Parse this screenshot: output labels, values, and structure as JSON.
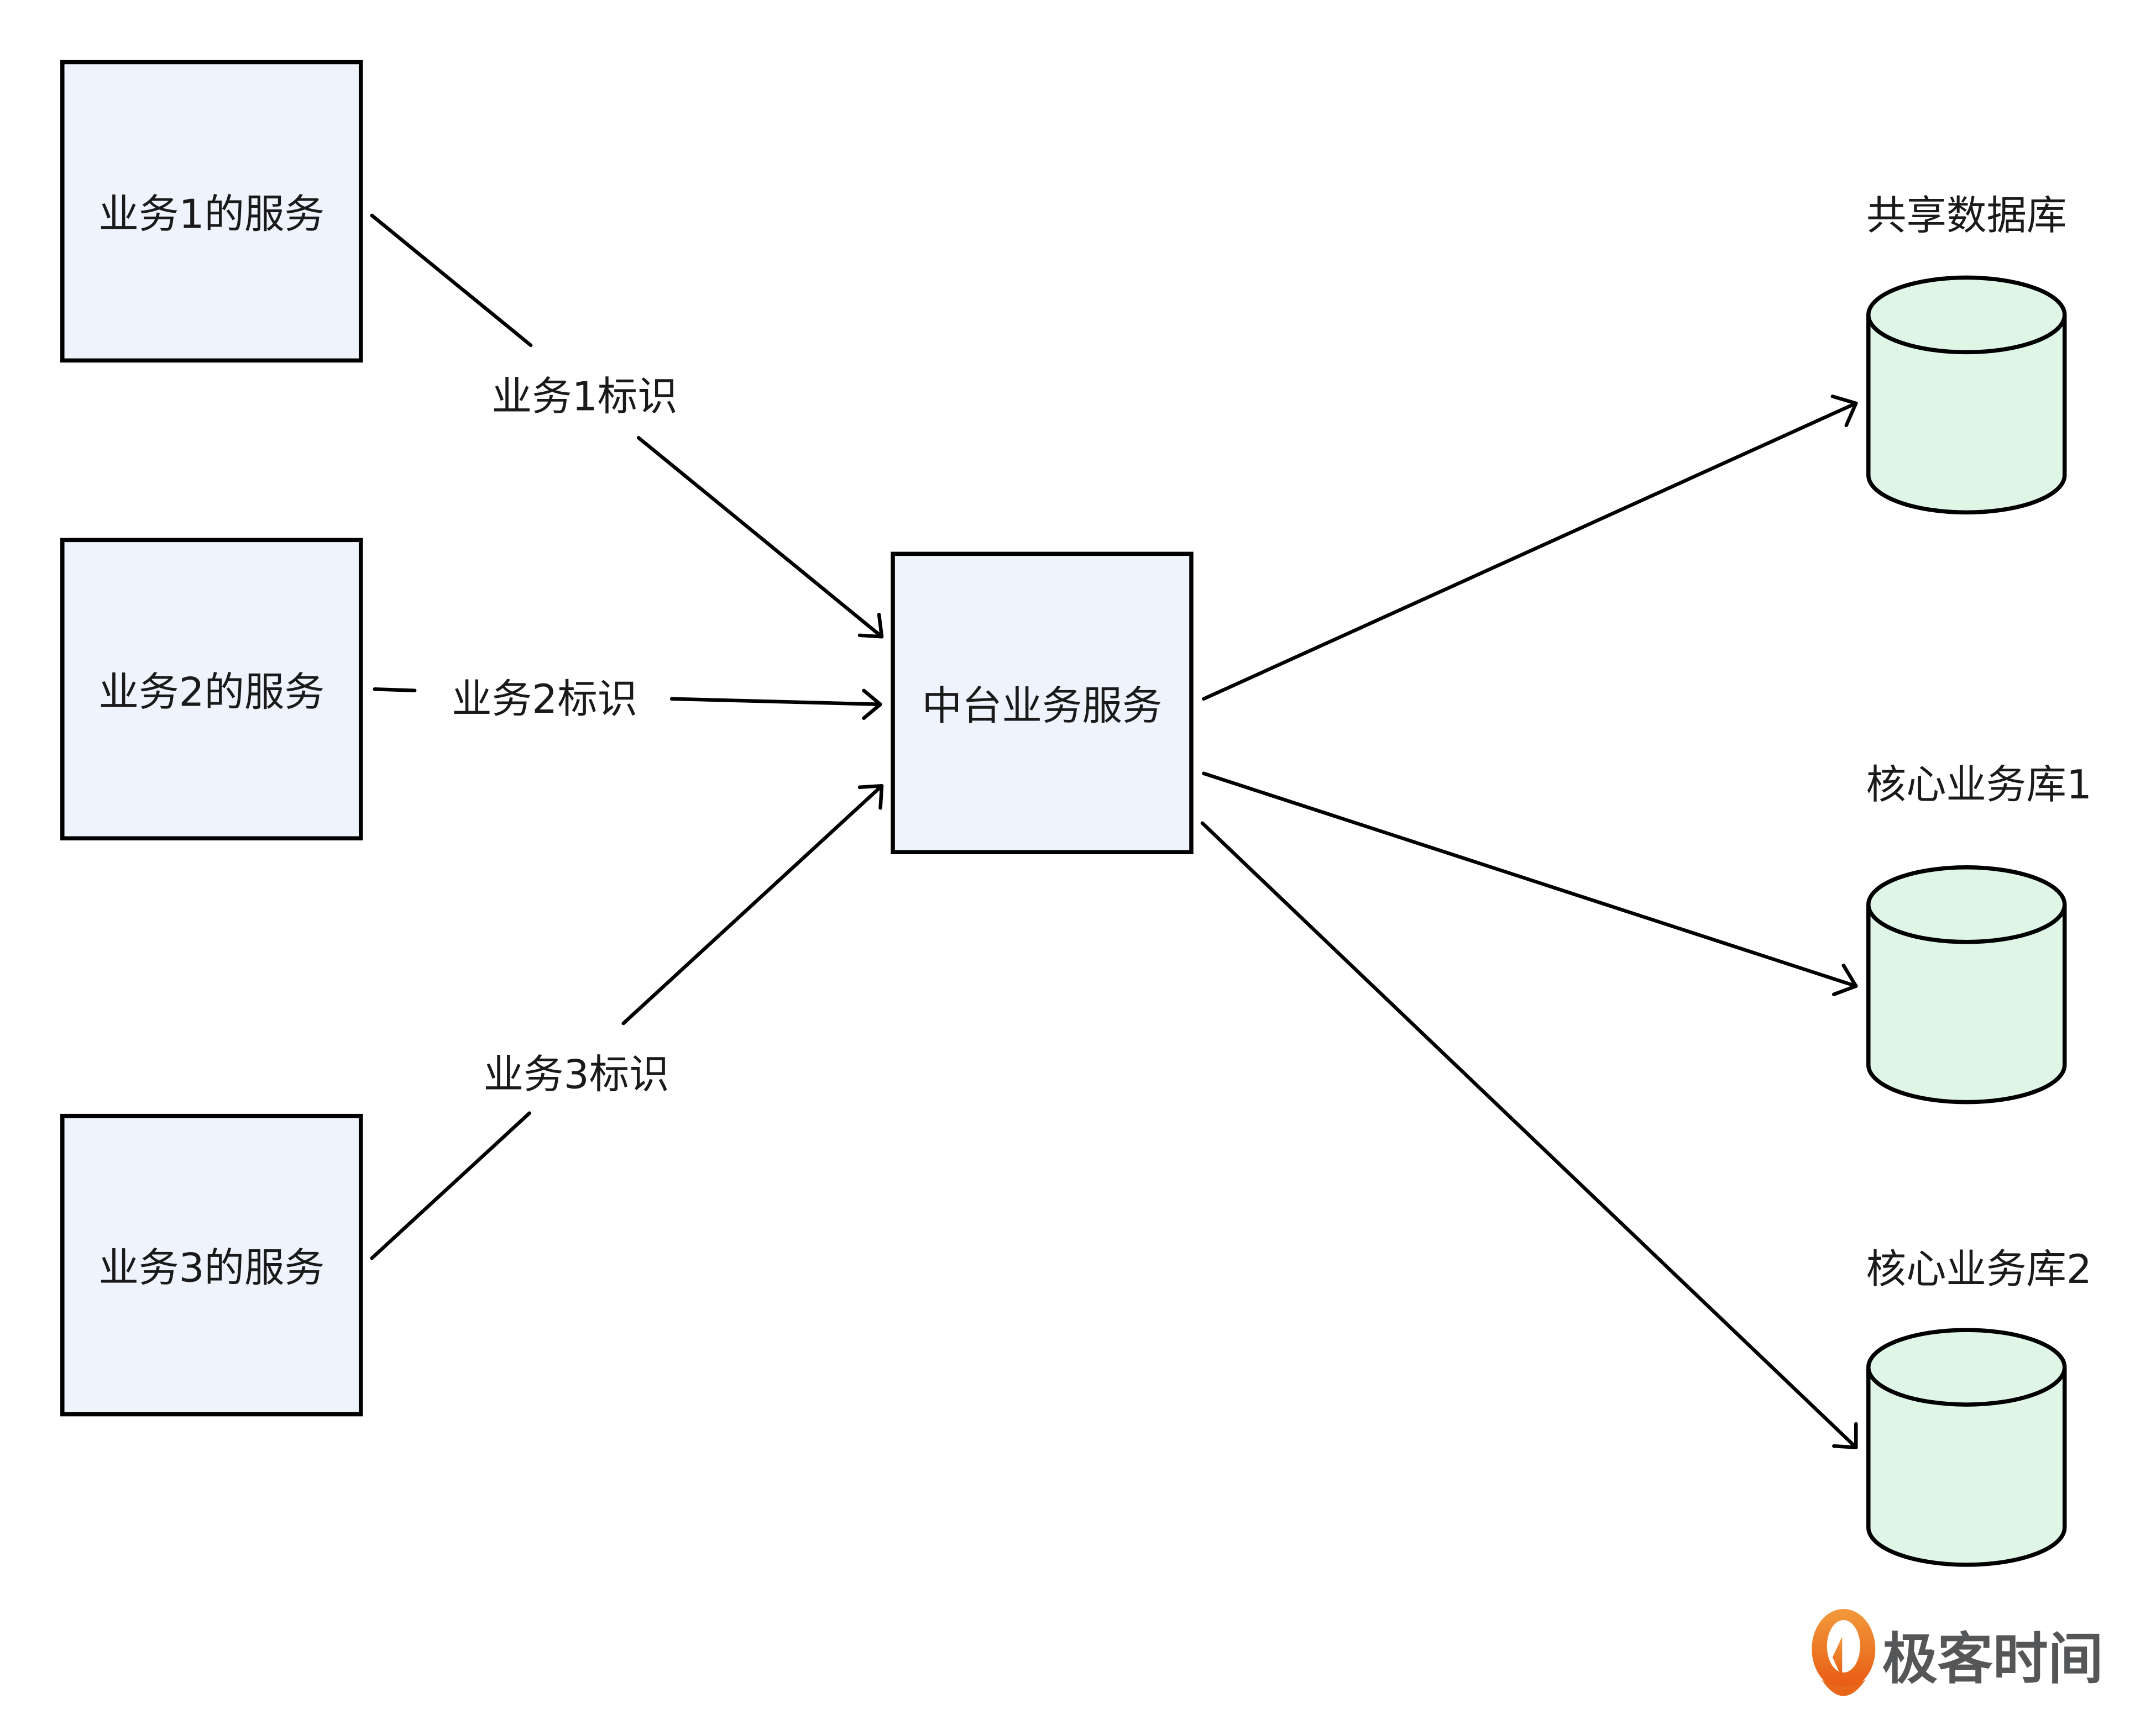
{
  "diagram": {
    "services": [
      {
        "id": "svc1",
        "label": "业务1的服务"
      },
      {
        "id": "svc2",
        "label": "业务2的服务"
      },
      {
        "id": "svc3",
        "label": "业务3的服务"
      }
    ],
    "middle": {
      "id": "mid",
      "label": "中台业务服务"
    },
    "databases": [
      {
        "id": "db0",
        "label": "共享数据库"
      },
      {
        "id": "db1",
        "label": "核心业务库1"
      },
      {
        "id": "db2",
        "label": "核心业务库2"
      }
    ],
    "edges": [
      {
        "from": "svc1",
        "to": "mid",
        "label": "业务1标识"
      },
      {
        "from": "svc2",
        "to": "mid",
        "label": "业务2标识"
      },
      {
        "from": "svc3",
        "to": "mid",
        "label": "业务3标识"
      },
      {
        "from": "mid",
        "to": "db0",
        "label": ""
      },
      {
        "from": "mid",
        "to": "db1",
        "label": ""
      },
      {
        "from": "mid",
        "to": "db2",
        "label": ""
      }
    ],
    "colors": {
      "service_fill": "#eef3fc",
      "database_fill": "#dff5e6",
      "logo_orange": "#e8661a",
      "logo_text": "#555658"
    }
  },
  "watermark": {
    "text": "极客时间",
    "icon": "geektime-logo-icon"
  }
}
